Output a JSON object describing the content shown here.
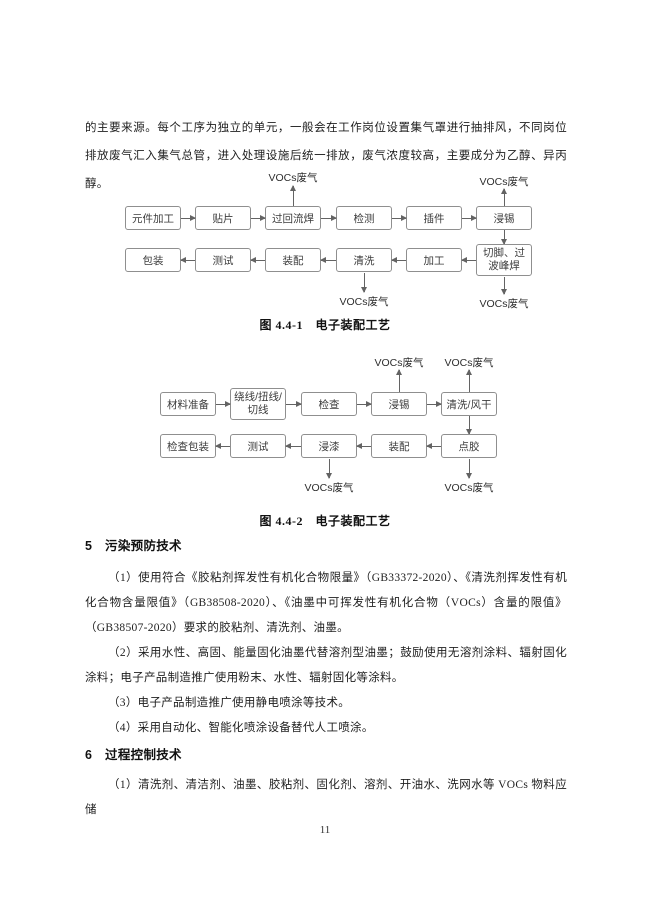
{
  "page": {
    "intro": "的主要来源。每个工序为独立的单元，一般会在工作岗位设置集气罩进行抽排风，不同岗位排放废气汇入集气总管，进入处理设施后统一排放，废气浓度较高，主要成分为乙醇、异丙醇。",
    "page_number": "11"
  },
  "figure1": {
    "caption": "图 4.4-1　电子装配工艺",
    "vocs_label": "VOCs废气",
    "row1": [
      "元件加工",
      "贴片",
      "过回流焊",
      "检测",
      "插件",
      "浸锡"
    ],
    "row2": [
      "包装",
      "测试",
      "装配",
      "清洗",
      "加工",
      "切脚、过波峰焊"
    ]
  },
  "figure2": {
    "caption": "图 4.4-2　电子装配工艺",
    "vocs_label": "VOCs废气",
    "row1": [
      "材料准备",
      "绕线/扭线/切线",
      "检查",
      "浸锡",
      "清洗/风干"
    ],
    "row2": [
      "检查包装",
      "测试",
      "浸漆",
      "装配",
      "点胶"
    ]
  },
  "section5": {
    "heading": "5　污染预防技术",
    "item1": "（1）使用符合《胶粘剂挥发性有机化合物限量》（GB33372-2020）、《清洗剂挥发性有机化合物含量限值》（GB38508-2020）、《油墨中可挥发性有机化合物（VOCs）含量的限值》（GB38507-2020）要求的胶粘剂、清洗剂、油墨。",
    "item2": "（2）采用水性、高固、能量固化油墨代替溶剂型油墨；鼓励使用无溶剂涂料、辐射固化涂料；电子产品制造推广使用粉末、水性、辐射固化等涂料。",
    "item3": "（3）电子产品制造推广使用静电喷涂等技术。",
    "item4": "（4）采用自动化、智能化喷涂设备替代人工喷涂。"
  },
  "section6": {
    "heading": "6　过程控制技术",
    "item1": "（1）清洗剂、清洁剂、油墨、胶粘剂、固化剂、溶剂、开油水、洗网水等 VOCs 物料应储"
  }
}
